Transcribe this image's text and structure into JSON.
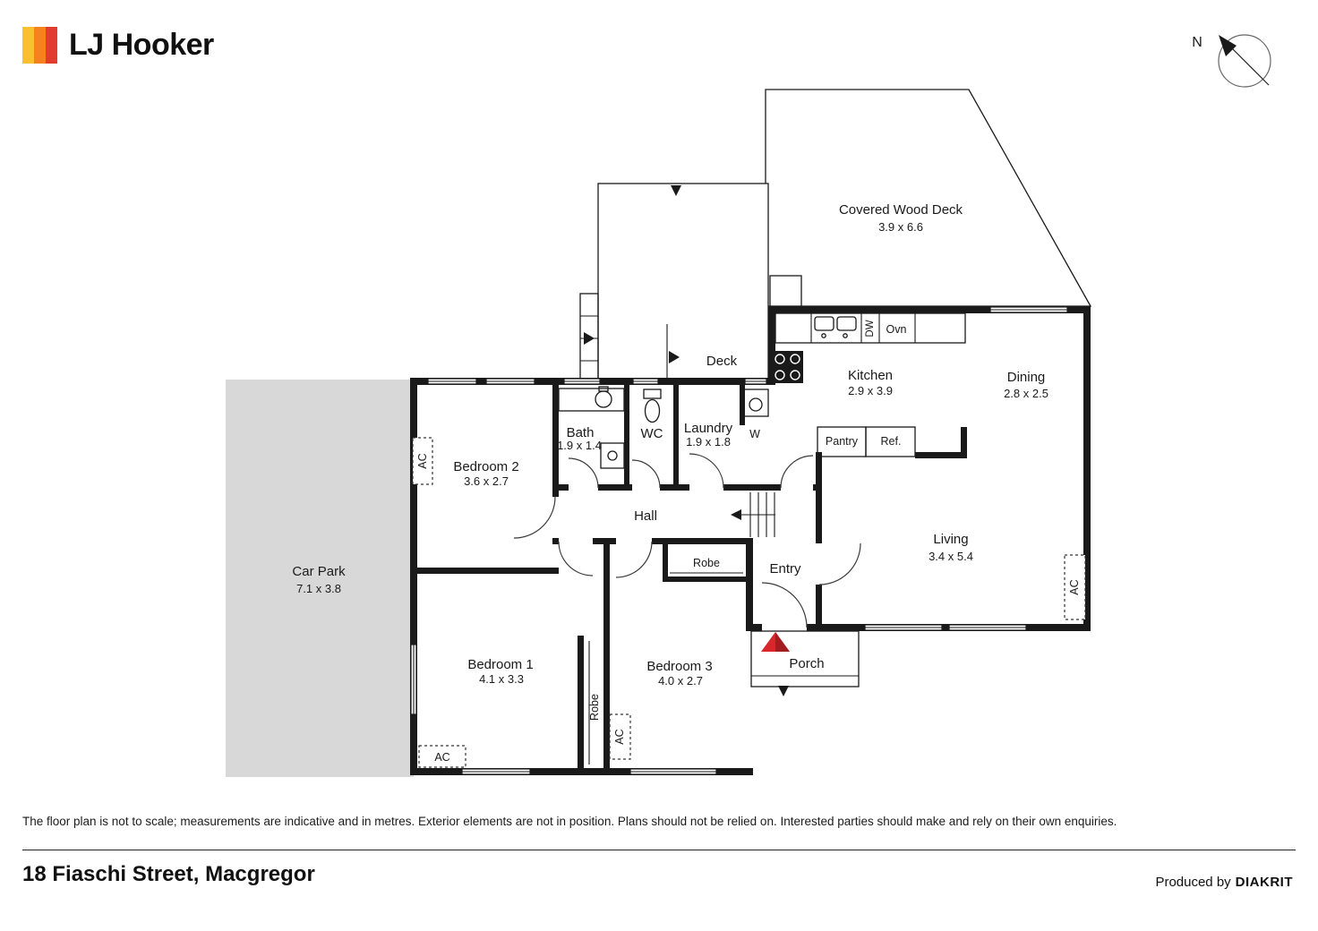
{
  "brand": {
    "name": "LJ Hooker"
  },
  "compass": {
    "north": "N"
  },
  "rooms": {
    "covered_deck": {
      "name": "Covered Wood Deck",
      "dims": "3.9 x 6.6"
    },
    "deck": {
      "name": "Deck"
    },
    "kitchen": {
      "name": "Kitchen",
      "dims": "2.9 x 3.9"
    },
    "dining": {
      "name": "Dining",
      "dims": "2.8 x 2.5"
    },
    "bath": {
      "name": "Bath",
      "dims": "1.9 x 1.4"
    },
    "wc": {
      "name": "WC"
    },
    "laundry": {
      "name": "Laundry",
      "dims": "1.9 x 1.8"
    },
    "bedroom2": {
      "name": "Bedroom 2",
      "dims": "3.6 x 2.7"
    },
    "hall": {
      "name": "Hall"
    },
    "car_park": {
      "name": "Car Park",
      "dims": "7.1 x 3.8"
    },
    "bedroom1": {
      "name": "Bedroom 1",
      "dims": "4.1 x 3.3"
    },
    "bedroom3": {
      "name": "Bedroom 3",
      "dims": "4.0 x 2.7"
    },
    "living": {
      "name": "Living",
      "dims": "3.4 x 5.4"
    },
    "entry": {
      "name": "Entry"
    },
    "porch": {
      "name": "Porch"
    },
    "robe": {
      "name": "Robe"
    }
  },
  "labels": {
    "pantry": "Pantry",
    "fridge": "Ref.",
    "dishwasher": "DW",
    "oven": "Ovn",
    "washer": "W",
    "ac": "AC"
  },
  "colors": {
    "wall": "#1a1a1a",
    "car_park_fill": "#d8d8d8",
    "entry_marker": "#d8262c"
  },
  "footer": {
    "disclaimer": "The floor plan is not to scale; measurements are indicative and in metres. Exterior elements are not in position. Plans should not be relied on. Interested parties should make and rely on their own enquiries.",
    "address": "18 Fiaschi Street, Macgregor",
    "produced_by": "Produced by",
    "producer": "DIAKRIT"
  }
}
